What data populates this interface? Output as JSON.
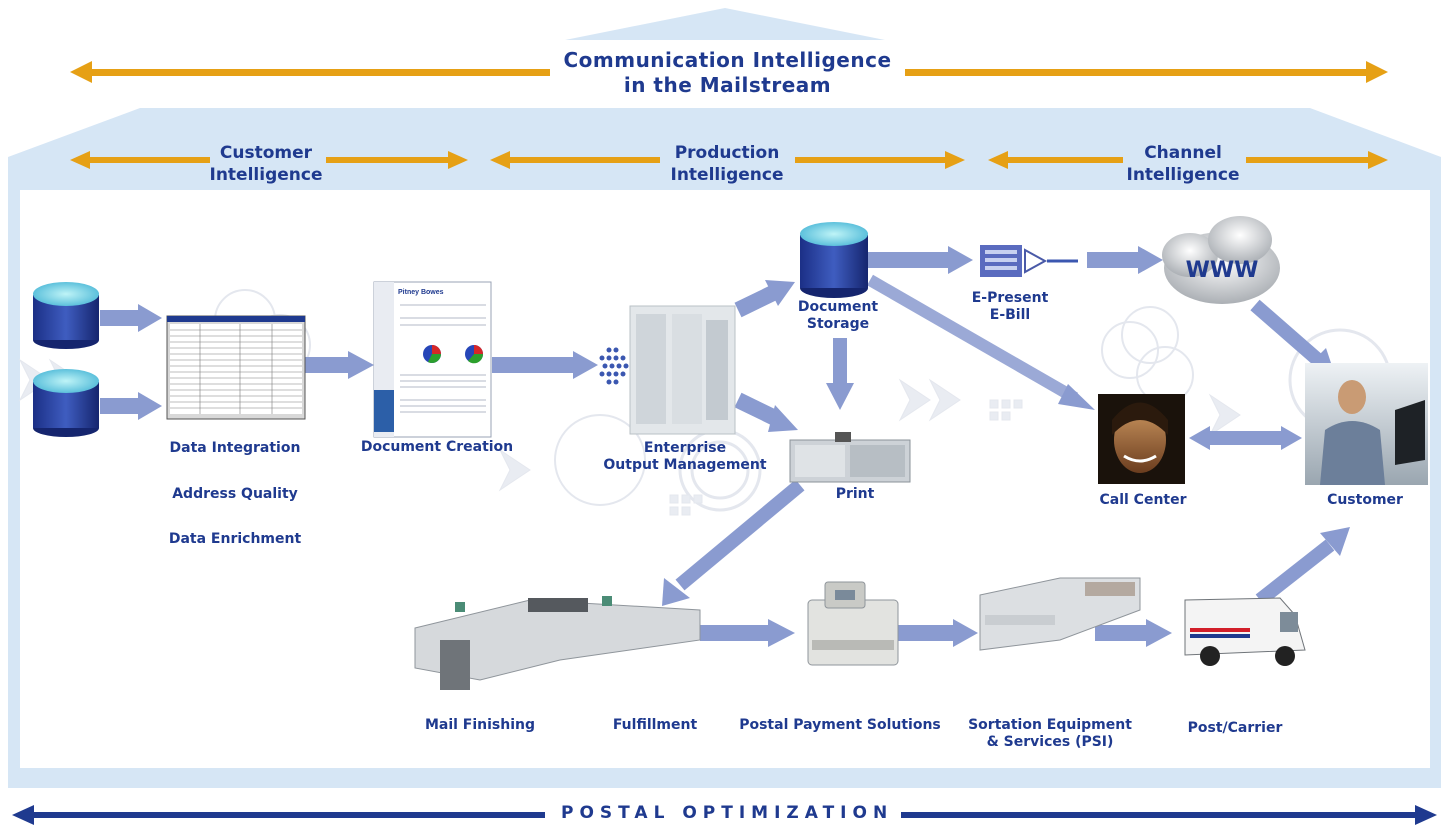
{
  "title": {
    "line1": "Communication Intelligence",
    "line2": "in the Mailstream"
  },
  "sections": {
    "customer": {
      "line1": "Customer",
      "line2": "Intelligence"
    },
    "production": {
      "line1": "Production",
      "line2": "Intelligence"
    },
    "channel": {
      "line1": "Channel",
      "line2": "Intelligence"
    }
  },
  "nodes": {
    "data_integration": "Data Integration",
    "address_quality": "Address Quality",
    "data_enrichment": "Data Enrichment",
    "document_creation": "Document Creation",
    "eom_line1": "Enterprise",
    "eom_line2": "Output Management",
    "doc_storage_line1": "Document",
    "doc_storage_line2": "Storage",
    "print": "Print",
    "epresent_line1": "E-Present",
    "epresent_line2": "E-Bill",
    "www": "WWW",
    "call_center": "Call Center",
    "customer": "Customer",
    "mail_finishing": "Mail Finishing",
    "fulfillment": "Fulfillment",
    "postal_payment": "Postal Payment Solutions",
    "sortation_line1": "Sortation Equipment",
    "sortation_line2": "& Services (PSI)",
    "post_carrier": "Post/Carrier"
  },
  "document_thumbnail": {
    "brand": "Pitney Bowes"
  },
  "footer": "POSTAL OPTIMIZATION",
  "colors": {
    "navy": "#1f3a8f",
    "orange": "#e6a015",
    "flow": "#8a9bd0",
    "panel": "#d6e6f5"
  }
}
